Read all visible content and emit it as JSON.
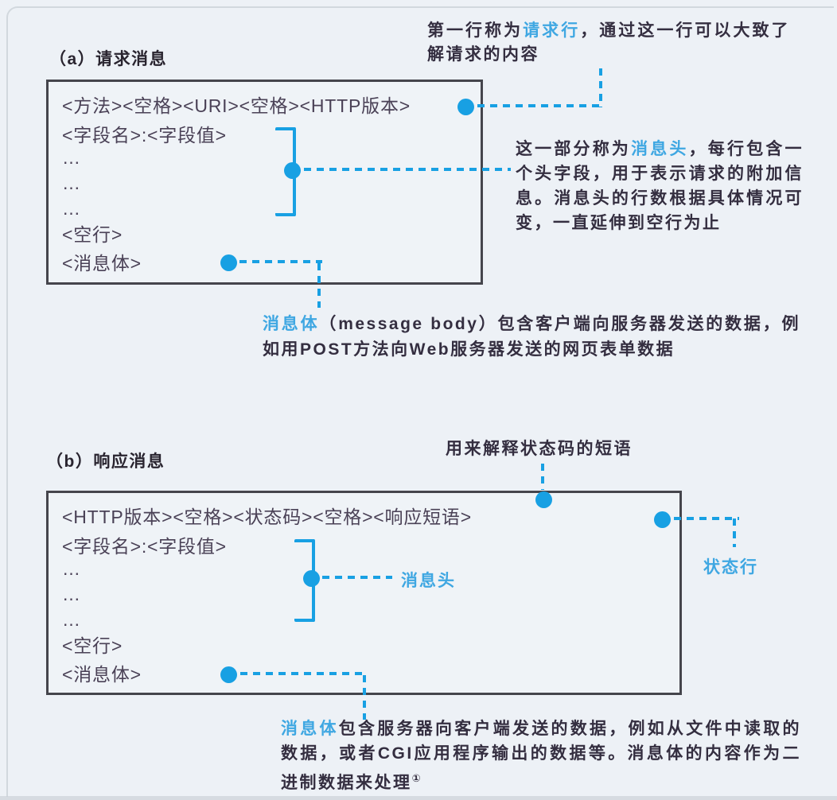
{
  "palette": {
    "background": "#edf1f6",
    "box_border": "#45454c",
    "box_text": "#4a4156",
    "annotation_text": "#342e40",
    "accent_blue": "#18a0e3",
    "blue_text": "#3fa7e2"
  },
  "section_a": {
    "label": "（a）请求消息",
    "box_lines": [
      "<方法><空格><URI><空格><HTTP版本>",
      "<字段名>:<字段值>",
      "…",
      "…",
      "…",
      "<空行>",
      "<消息体>"
    ],
    "annotation_request_line": {
      "pre": "第一行称为",
      "highlight": "请求行",
      "post": "，通过这一行可以大致了解请求的内容"
    },
    "annotation_message_header": {
      "pre": "这一部分称为",
      "highlight": "消息头",
      "post": "，每行包含一个头字段，用于表示请求的附加信息。消息头的行数根据具体情况可变，一直延伸到空行为止"
    },
    "annotation_message_body": {
      "highlight": "消息体",
      "post": "（message body）包含客户端向服务器发送的数据，例如用POST方法向Web服务器发送的网页表单数据"
    }
  },
  "section_b": {
    "label": "（b）响应消息",
    "box_lines": [
      "<HTTP版本><空格><状态码><空格><响应短语>",
      "<字段名>:<字段值>",
      "…",
      "…",
      "…",
      "<空行>",
      "<消息体>"
    ],
    "annotation_status_phrase": "用来解释状态码的短语",
    "message_header_label": "消息头",
    "status_line_label": "状态行",
    "annotation_message_body": {
      "highlight": "消息体",
      "post": "包含服务器向客户端发送的数据，例如从文件中读取的数据，或者CGI应用程序输出的数据等。消息体的内容作为二进制数据来处理",
      "footnote": "①"
    }
  }
}
